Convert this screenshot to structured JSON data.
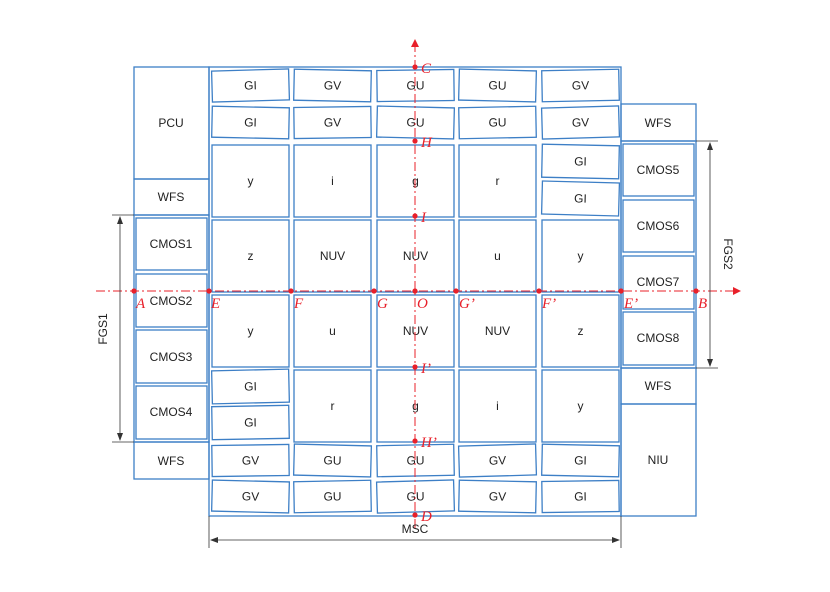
{
  "colors": {
    "box": "#3d7fc6",
    "red": "#e8202a",
    "dim": "#333333",
    "text": "#222222"
  },
  "top_strips": [
    [
      "GI",
      "GV",
      "GU",
      "GU",
      "GV"
    ],
    [
      "GI",
      "GV",
      "GU",
      "GU",
      "GV"
    ]
  ],
  "mid_rows": [
    [
      "y",
      "i",
      "g",
      "r",
      null
    ],
    [
      "z",
      "NUV",
      "NUV",
      "u",
      "y"
    ],
    [
      "y",
      "u",
      "NUV",
      "NUV",
      "z"
    ],
    [
      null,
      "r",
      "g",
      "i",
      "y"
    ]
  ],
  "split_cells": {
    "row1_col5": [
      "GI",
      "GI"
    ],
    "row4_col1": [
      "GI",
      "GI"
    ]
  },
  "bottom_strips": [
    [
      "GV",
      "GU",
      "GU",
      "GV",
      "GI"
    ],
    [
      "GV",
      "GU",
      "GU",
      "GV",
      "GI"
    ]
  ],
  "left_column": {
    "pcu": "PCU",
    "wfs_top": "WFS",
    "cmos": [
      "CMOS1",
      "CMOS2",
      "CMOS3",
      "CMOS4"
    ],
    "wfs_bottom": "WFS"
  },
  "right_column": {
    "wfs_top": "WFS",
    "cmos": [
      "CMOS5",
      "CMOS6",
      "CMOS7",
      "CMOS8"
    ],
    "wfs_bottom": "WFS",
    "niu": "NIU"
  },
  "dimensions": {
    "fgs1": "FGS1",
    "fgs2": "FGS2",
    "msc": "MSC"
  },
  "points": {
    "C": "C",
    "H": "H",
    "I": "I",
    "O": "O",
    "I_prime": "I’",
    "H_prime": "H’",
    "D": "D",
    "A": "A",
    "E": "E",
    "F": "F",
    "G": "G",
    "G_prime": "G’",
    "F_prime": "F’",
    "E_prime": "E’",
    "B": "B"
  }
}
